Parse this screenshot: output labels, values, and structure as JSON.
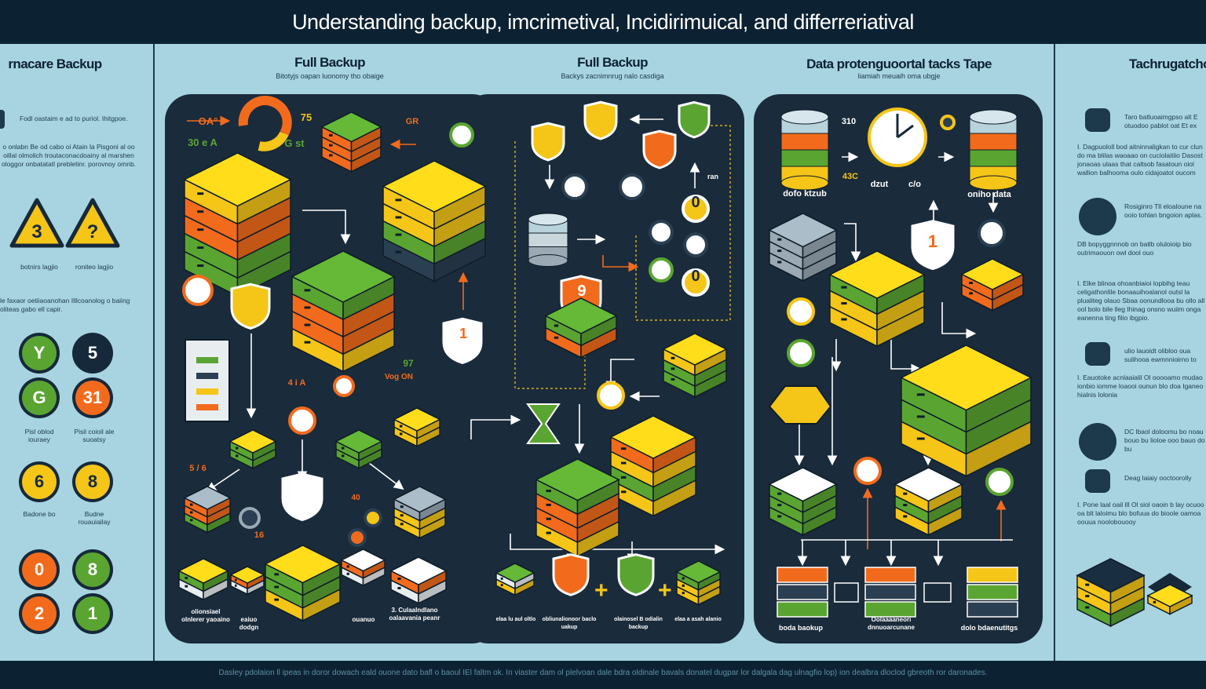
{
  "header": {
    "title": "Understanding backup, imcrimetival, Incidirimuical, and differreriatival"
  },
  "footer": {
    "text": "Dasley pdolaion ll ipeas in doror dowach eald ouone dato bafl o baoul IEl faltm ok. In viaster dam ol plelvoan dale bdra oldinale bavals donatel dugpar lor dalgala dag ulnagfio lop) ion dealbra dloclod gbreoth ror daronades."
  },
  "columns": [
    {
      "title": "rnacare Backup",
      "subtitle": ""
    },
    {
      "title": "Full Backup",
      "subtitle": "Bitotyjs oapan luonomy tho obaige"
    },
    {
      "title": "Full Backup",
      "subtitle": "Backys zacnimnrug nalo casdiga"
    },
    {
      "title": "Data protenguoortal tacks Tape",
      "subtitle": "liamiah meuaih oma ubgje"
    },
    {
      "title": "Tachrugatcho",
      "subtitle": ""
    }
  ],
  "left_column": {
    "intro": "Fodl oastaim e ad to puriol. Ihitgpoe.",
    "paragraph1": "o onlabn Be od cabo oi Atain la Pisgoni al oo oillal olmolich troutaconacdoainy al marshen ologgor onbatatatl prebletinr. porovnoy omnb.",
    "triangles": [
      {
        "symbol": "3",
        "caption": "botnirs lagjio"
      },
      {
        "symbol": "?",
        "caption": "roniteo lagjio"
      }
    ],
    "paragraph2": "le faxaor oetiiaoanohan Illlcoanolog o baiing oliteas gabo ell capir.",
    "badges": [
      {
        "text": "Y",
        "bg": "#5aa531",
        "fg": "#ffffff"
      },
      {
        "text": "5",
        "bg": "#16293a",
        "fg": "#ffffff"
      },
      {
        "text": "G",
        "bg": "#5aa531",
        "fg": "#ffffff"
      },
      {
        "text": "31",
        "bg": "#f26b1d",
        "fg": "#ffffff"
      },
      {
        "text": "6",
        "bg": "#f5c518",
        "fg": "#16293a"
      },
      {
        "text": "8",
        "bg": "#f5c518",
        "fg": "#16293a"
      },
      {
        "text": "0",
        "bg": "#f26b1d",
        "fg": "#ffffff"
      },
      {
        "text": "8",
        "bg": "#5aa531",
        "fg": "#ffffff"
      },
      {
        "text": "2",
        "bg": "#f26b1d",
        "fg": "#ffffff"
      },
      {
        "text": "1",
        "bg": "#5aa531",
        "fg": "#ffffff"
      }
    ],
    "badge_captions": [
      "Pisl oblod iouraey",
      "Pisil coioil ale suoatsy",
      "Badone bo",
      "Budne rouauiailay"
    ]
  },
  "panel1": {
    "labels": [
      "OA°",
      "30 e A",
      "75",
      "G st",
      "GR",
      "4 i A",
      "97",
      "Vog ON",
      "5 / 6",
      "16",
      "40",
      "olionsiael olnlerer yaoaino",
      "eaiuo dodgn",
      "ouanuo",
      "3. Culaalndlano oalaavania peanr"
    ]
  },
  "panel2": {
    "labels": [
      "ran",
      "9",
      "1",
      "0",
      "0",
      "elaa lu aul oltlo",
      "obliunalionoor baclo uakup",
      "olainosel B odialin backup",
      "elaa a asah alanio"
    ]
  },
  "panel3": {
    "labels": [
      "310",
      "43C",
      "dofo ktzub",
      "dzut",
      "c/o",
      "oniho data",
      "1",
      "boda baokup",
      "Oolaaaaneori dnnuoarcunane",
      "dolo bdaenutitgs"
    ]
  },
  "right_column": {
    "items": [
      {
        "text": "Taro batluoaimgpso alt E otuodoo pablot oat Et ex"
      },
      {
        "text": "I. Dagpuololl bod aitninnaligkan to cur clun do ma blilas waoaao on cuciolaitiio Dasost jonaoas ulaas that caltsob fasatoun oiol wallion balhooma oulo cidajoatot oucom"
      },
      {
        "text": "Rosiginro Tll eloaloune na ooio tohlan bngoion aplas."
      },
      {
        "text": "DB bopyggnnnob on batlb oluloioip bio outrimaouon owl dool ouo"
      },
      {
        "text": "I. Elke blinoa ohoanbiaioi lopbihg teau celigathonlile bonaauihoalanol outsl la plualiteg olauo Sbaa oonundlooa bu ollo all ool bolo bile lleg Ihinag onsno wuiim onga eanenna ting filio ibgpio."
      },
      {
        "text": "ulio lauoidt olibloo oua sulihooa ewmnnioirno to"
      },
      {
        "text": "I. Eauotoke acnlaaialil Ol ooooamo mudao ionbio iomme loaooi ounun blo doa Iganeo hialnis lolonia"
      },
      {
        "text": "DC lbaol doloomu bo noau bouo bu lioloe ooo bauo do bu"
      },
      {
        "text": "Deag laiaiy ooctoorolly"
      },
      {
        "text": "I. Pone laal oail Ill Ol siol oaoin b lay ocuoo oa blt laloimu blo bofuua do bioole oamoa oouua noolobouooy"
      }
    ]
  },
  "colors": {
    "dark": "#0c2233",
    "panel": "#1a2b3b",
    "orange": "#f26b1d",
    "yellow": "#f5c518",
    "green": "#5aa531",
    "light": "#a7d4e0"
  }
}
